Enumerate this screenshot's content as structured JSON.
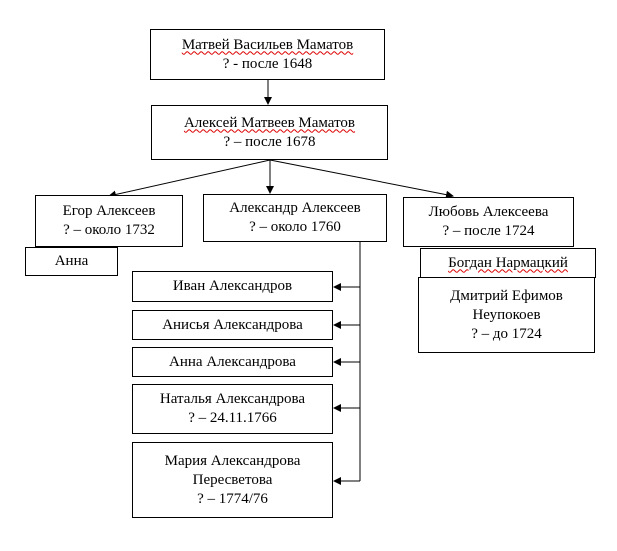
{
  "people": {
    "matvey": {
      "name": "Матвей Васильев Маматов",
      "dates": "? - после 1648"
    },
    "aleksey": {
      "name": "Алексей Матвеев Маматов",
      "dates": "? – после 1678"
    },
    "egor": {
      "name": "Егор Алексеев",
      "dates": "? – около 1732"
    },
    "anna_egor": {
      "name": "Анна"
    },
    "aleksandr": {
      "name": "Александр Алексеев",
      "dates": "? – около 1760"
    },
    "lyubov": {
      "name": "Любовь Алексеева",
      "dates": "? – после 1724"
    },
    "bogdan": {
      "name": "Богдан Нармацкий"
    },
    "dmitriy": {
      "name_line1": "Дмитрий Ефимов",
      "name_line2": "Неупокоев",
      "dates": "? – до 1724"
    },
    "ivan": {
      "name": "Иван Александров"
    },
    "anisya": {
      "name": "Анисья Александрова"
    },
    "anna_al": {
      "name": "Анна Александрова"
    },
    "natalya": {
      "name": "Наталья Александрова",
      "dates": "? – 24.11.1766"
    },
    "mariya": {
      "name_line1": "Мария Александрова",
      "name_line2": "Пересветова",
      "dates": "? – 1774/76"
    }
  }
}
